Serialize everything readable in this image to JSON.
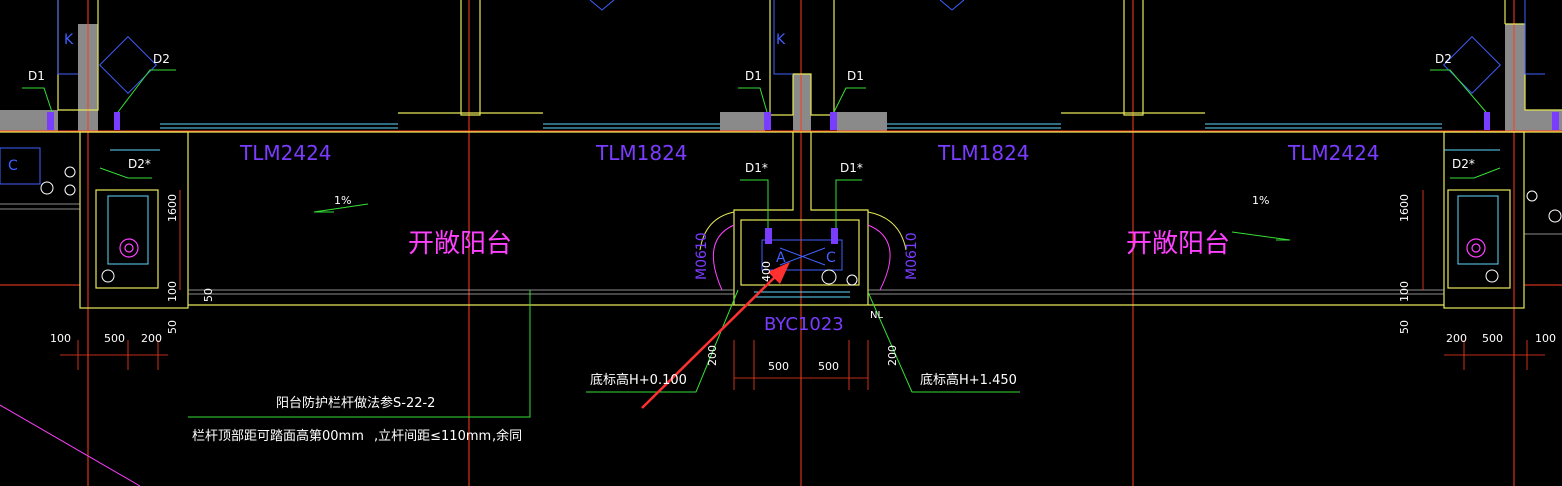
{
  "colors": {
    "background": "#000000",
    "wall": "#e8e85a",
    "axis": "#ff3b1f",
    "gray_fill": "#8a8a8a",
    "label": "#ffffff",
    "magenta": "#ff40ff",
    "purple": "#7a3cff",
    "cyan": "#5fd7ff",
    "green": "#35e035",
    "blue": "#4060ff",
    "arrow": "#ff3030"
  },
  "door_labels": {
    "left_outer": "TLM2424",
    "mid_left": "TLM1824",
    "mid_right": "TLM1824",
    "right_outer": "TLM2424"
  },
  "balcony_labels": {
    "left": "开敞阳台",
    "right": "开敞阳台"
  },
  "slope": {
    "left": "1%",
    "right": "1%"
  },
  "pipe_tags": {
    "d1_top_left": "D1",
    "d2_top_left": "D2",
    "d1_mid_a": "D1",
    "d1_mid_b": "D1",
    "d2_top_right": "D2",
    "d2_star_left": "D2*",
    "d1_star_a": "D1*",
    "d1_star_b": "D1*",
    "d2_star_right": "D2*",
    "nl": "NL"
  },
  "window": {
    "label": "BYC1023",
    "m_left": "M0610",
    "m_right": "M0610"
  },
  "elevations": {
    "left": "底标高H+0.100",
    "right": "底标高H+1.450"
  },
  "dimensions": {
    "left_100": "100",
    "left_500": "500",
    "left_200": "200",
    "left_50": "50",
    "left_1600": "1600",
    "left_sm_100": "100",
    "left_sm_50": "50",
    "center_400": "400",
    "center_200_l": "200",
    "center_500_l": "500",
    "center_500_r": "500",
    "center_200_r": "200",
    "right_200": "200",
    "right_500": "500",
    "right_100": "100",
    "right_50": "50",
    "right_1600": "1600",
    "right_sm_100": "100"
  },
  "notes": {
    "line1": "阳台防护栏杆做法参S-22-2",
    "line2_a": "栏杆顶部距可踏面高第00mm",
    "line2_b": ",立杆间距≤110mm",
    "line2_c": ",余同"
  },
  "callout_letters": {
    "a": "A",
    "c_left": "C",
    "c_center": "C",
    "k1": "K",
    "k2": "K"
  }
}
